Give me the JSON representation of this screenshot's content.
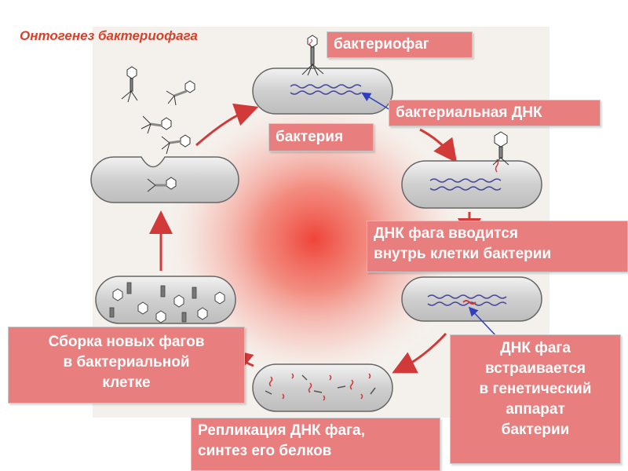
{
  "title": "Онтогенез бактериофага",
  "labels": {
    "bacteriophage": "бактериофаг",
    "bacterial_dna": "бактериальная ДНК",
    "bacterium": "бактерия",
    "injection_line1": "ДНК фага вводится",
    "injection_line2": "внутрь клетки бактерии",
    "integration_line1": "ДНК  фага",
    "integration_line2": "встраивается",
    "integration_line3": "в генетический",
    "integration_line4": "аппарат",
    "integration_line5": "бактерии",
    "replication_line1": "Репликация ДНК фага,",
    "replication_line2": "синтез его белков",
    "assembly_line1": "Сборка новых фагов",
    "assembly_line2": "в бактериальной",
    "assembly_line3": "клетке"
  },
  "colors": {
    "label_bg": "#e87e7e",
    "title": "#d8402a",
    "cycle_arrow": "#d23a3a",
    "pointer_arrow": "#2f3fbf",
    "cell_fill": "#d9d9d9",
    "panel_bg": "#f4f1ec",
    "glow": "#ef4a3c"
  }
}
